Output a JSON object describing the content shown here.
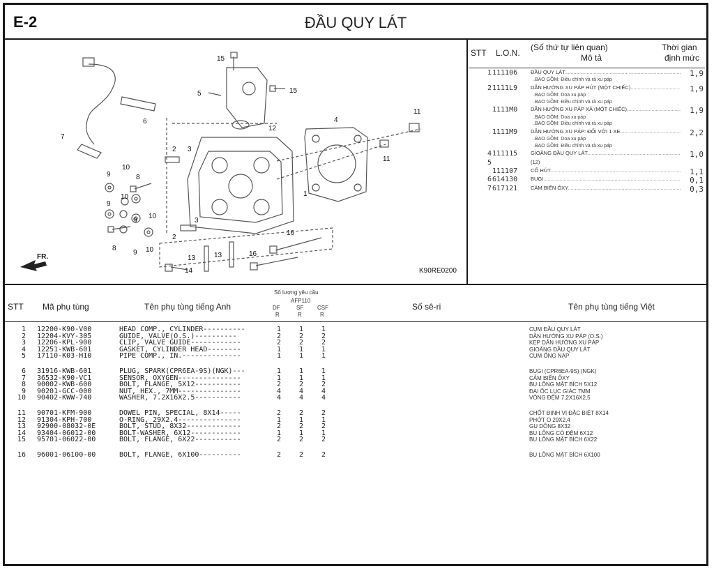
{
  "header": {
    "code": "E-2",
    "title": "ĐẦU QUY LÁT"
  },
  "diagram": {
    "fr_label": "FR.",
    "ref_code": "K90RE0200",
    "callouts": [
      "15",
      "5",
      "15",
      "6",
      "7",
      "12",
      "4",
      "11",
      "11",
      "2",
      "3",
      "1",
      "9",
      "10",
      "8",
      "10",
      "9",
      "10",
      "9",
      "8",
      "9",
      "10",
      "2",
      "3",
      "16",
      "16",
      "13",
      "13",
      "14"
    ]
  },
  "reference": {
    "headers": {
      "stt": "STT",
      "lon": "L.O.N.",
      "desc1": "(Số thứ tự liên quan)",
      "desc2": "Mô tả",
      "time1": "Thời gian",
      "time2": "định mức"
    },
    "rows": [
      {
        "stt": "1",
        "lon": "111106",
        "desc": "ĐẦU QUY LÁT",
        "time": "1,9"
      },
      {
        "sub": ".BAO GỒM: Điều chỉnh và rà xu páp"
      },
      {
        "stt": "2",
        "lon": "1111L9",
        "desc": "DẪN HƯỚNG XU PÁP HÚT (MỘT CHIẾC)",
        "time": "1,9"
      },
      {
        "sub": ".BAO GỒM: Doa xu páp"
      },
      {
        "sub": ".BAO GỒM: Điều chỉnh và rà xu páp"
      },
      {
        "stt": "",
        "lon": "1111M0",
        "desc": "DẪN HƯỚNG XU PÁP XẢ (MỘT CHIẾC)",
        "time": "1,9"
      },
      {
        "sub": ".BAO GỒM: Doa xu páp"
      },
      {
        "sub": ".BAO GỒM: Điều chỉnh và rà xu páp"
      },
      {
        "stt": "",
        "lon": "1111M9",
        "desc": "DẪN HƯỚNG XU PÁP: ĐỐI VỚI 1 XE",
        "time": "2,2"
      },
      {
        "sub": ".BAO GỒM: Doa xu páp"
      },
      {
        "sub": ".BAO GỒM: Điều chỉnh và rà xu páp"
      },
      {
        "stt": "4",
        "lon": "111115",
        "desc": "GIOĂNG ĐẦU QUY LÁT",
        "time": "1,0"
      },
      {
        "stt": "5",
        "lon": "",
        "desc": "(12)",
        "time": ""
      },
      {
        "stt": "",
        "lon": "111107",
        "desc": "CỔ HÚT",
        "time": "1,1"
      },
      {
        "stt": "6",
        "lon": "614130",
        "desc": "BUGI",
        "time": "0,1"
      },
      {
        "stt": "7",
        "lon": "617121",
        "desc": "CẢM BIẾN ÔXY",
        "time": "0,3"
      }
    ]
  },
  "parts_table": {
    "headers": {
      "stt": "STT",
      "part_no": "Mã phụ tùng",
      "name_en": "Tên phụ tùng tiếng Anh",
      "qty_req": "Số lượng yêu cầu",
      "model": "AFP110",
      "variants": [
        "DF",
        "SF",
        "CSF"
      ],
      "variant_sub": "R",
      "serial": "Số sê-ri",
      "name_vi": "Tên phụ tùng tiếng Việt"
    },
    "rows": [
      {
        "stt": "1",
        "part_no": "12200-K90-V00",
        "name_en": "HEAD COMP., CYLINDER----------",
        "qty": [
          "1",
          "1",
          "1"
        ],
        "name_vi": "CỤM ĐẦU QUY LÁT"
      },
      {
        "stt": "2",
        "part_no": "12204-KVY-305",
        "name_en": "GUIDE, VALVE(O.S.)----------",
        "qty": [
          "2",
          "2",
          "2"
        ],
        "name_vi": "DẪN HƯỚNG XU PÁP (O.S.)"
      },
      {
        "stt": "3",
        "part_no": "12206-KPL-900",
        "name_en": "CLIP, VALVE GUIDE------------",
        "qty": [
          "2",
          "2",
          "2"
        ],
        "name_vi": "KẸP DẪN HƯỚNG XU PÁP"
      },
      {
        "stt": "4",
        "part_no": "12251-KWB-601",
        "name_en": "GASKET, CYLINDER HEAD--------",
        "qty": [
          "1",
          "1",
          "1"
        ],
        "name_vi": "GIOĂNG ĐẦU QUY LÁT"
      },
      {
        "stt": "5",
        "part_no": "17110-K03-H10",
        "name_en": "PIPE COMP., IN.--------------",
        "qty": [
          "1",
          "1",
          "1"
        ],
        "name_vi": "CỤM ỐNG NẠP"
      },
      {
        "stt": "6",
        "part_no": "31916-KWB-601",
        "name_en": "PLUG, SPARK(CPR6EA-9S)(NGK)---",
        "qty": [
          "1",
          "1",
          "1"
        ],
        "name_vi": "BUGI (CPR6EA-9S) (NGK)"
      },
      {
        "stt": "7",
        "part_no": "36532-K90-VC1",
        "name_en": "SENSOR, OXYGEN---------------",
        "qty": [
          "1",
          "1",
          "1"
        ],
        "name_vi": "CẢM BIẾN ÔXY"
      },
      {
        "stt": "8",
        "part_no": "90002-KWB-600",
        "name_en": "BOLT, FLANGE, 5X12-----------",
        "qty": [
          "2",
          "2",
          "2"
        ],
        "name_vi": "BU LÔNG MẶT BÍCH 5X12"
      },
      {
        "stt": "9",
        "part_no": "90201-GCC-000",
        "name_en": "NUT, HEX., 7MM---------------",
        "qty": [
          "4",
          "4",
          "4"
        ],
        "name_vi": "ĐAI ỐC LỤC GIÁC 7MM"
      },
      {
        "stt": "10",
        "part_no": "90402-KWW-740",
        "name_en": "WASHER, 7.2X16X2.5-----------",
        "qty": [
          "4",
          "4",
          "4"
        ],
        "name_vi": "VÒNG ĐỆM 7,2X16X2,5"
      },
      {
        "stt": "11",
        "part_no": "90701-KFM-900",
        "name_en": "DOWEL PIN, SPECIAL, 8X14-----",
        "qty": [
          "2",
          "2",
          "2"
        ],
        "name_vi": "CHỐT ĐỊNH VỊ ĐẶC BIỆT 8X14"
      },
      {
        "stt": "12",
        "part_no": "91304-KPH-700",
        "name_en": "O-RING, 29X2.4---------------",
        "qty": [
          "1",
          "1",
          "1"
        ],
        "name_vi": "PHỚT O 29X2,4"
      },
      {
        "stt": "13",
        "part_no": "92900-08032-0E",
        "name_en": "BOLT, STUD, 8X32-------------",
        "qty": [
          "2",
          "2",
          "2"
        ],
        "name_vi": "GU DÔNG 8X32"
      },
      {
        "stt": "14",
        "part_no": "93404-06012-00",
        "name_en": "BOLT-WASHER, 6X12------------",
        "qty": [
          "1",
          "1",
          "1"
        ],
        "name_vi": "BU LÔNG CÓ ĐỆM 6X12"
      },
      {
        "stt": "15",
        "part_no": "95701-06022-00",
        "name_en": "BOLT, FLANGE, 6X22-----------",
        "qty": [
          "2",
          "2",
          "2"
        ],
        "name_vi": "BU LÔNG MẶT BÍCH 6X22"
      },
      {
        "stt": "16",
        "part_no": "96001-06100-00",
        "name_en": "BOLT, FLANGE, 6X100----------",
        "qty": [
          "2",
          "2",
          "2"
        ],
        "name_vi": "BU LÔNG MẶT BÍCH 6X100"
      }
    ]
  }
}
